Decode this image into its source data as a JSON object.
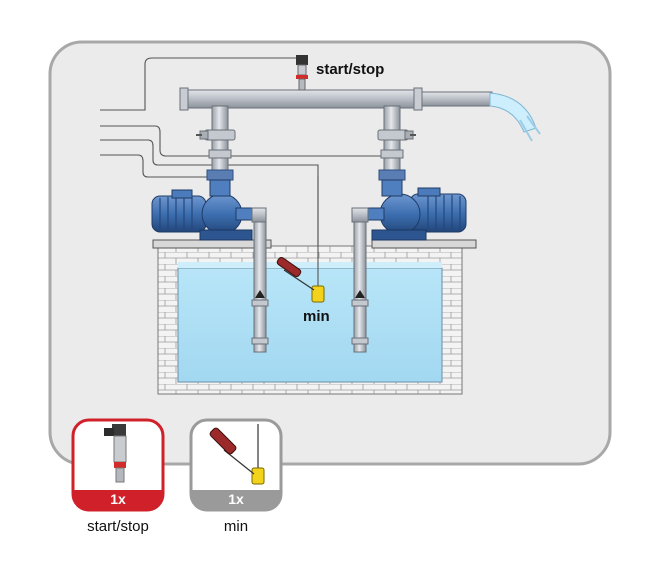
{
  "labels": {
    "start_stop": "start/stop",
    "min": "min"
  },
  "legend": [
    {
      "qty": "1x",
      "caption": "start/stop",
      "accent": "#d0202a"
    },
    {
      "qty": "1x",
      "caption": "min",
      "accent": "#9a9a9a"
    }
  ],
  "colors": {
    "panel_bg": "#ebebeb",
    "panel_border": "#a8a8a8",
    "water": "#aee0f6",
    "pipe": "#b9bec6",
    "pump_blue": "#3d6fb0",
    "brick": "#f2f2f2"
  }
}
